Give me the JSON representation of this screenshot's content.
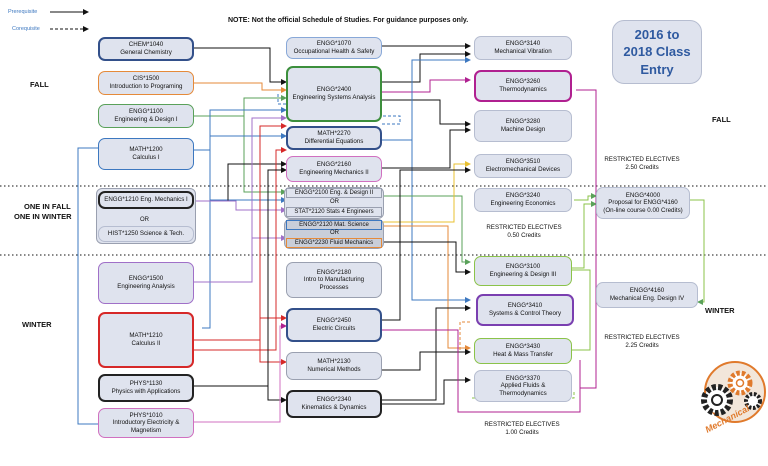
{
  "legend": {
    "prerequisite": "Prerequisite",
    "corequisite": "Corequisite"
  },
  "note": "NOTE: Not the official Schedule of Studies.  For guidance purposes only.",
  "entry": {
    "line1": "2016 to",
    "line2": "2018 Class",
    "line3": "Entry"
  },
  "terms": {
    "fall_left": "FALL",
    "fall_right": "FALL",
    "one_in_fall": "ONE IN FALL",
    "one_in_winter": "ONE IN WINTER",
    "winter_left": "WINTER",
    "winter_right": "WINTER"
  },
  "courses": {
    "chem1040": {
      "code": "CHEM*1040",
      "title": "General Chemistry"
    },
    "cis1500": {
      "code": "CIS*1500",
      "title": "Introduction to Programing"
    },
    "engg1100": {
      "code": "ENGG*1100",
      "title": "Engineering & Design I"
    },
    "math1200": {
      "code": "MATH*1200",
      "title": "Calculus I"
    },
    "engg1210": {
      "code": "ENGG*1210 Eng. Mechanics I"
    },
    "or1": "OR",
    "hist1250": {
      "code": "HIST*1250 Science & Tech."
    },
    "engg1500": {
      "code": "ENGG*1500",
      "title": "Engineering Analysis"
    },
    "math1210": {
      "code": "MATH*1210",
      "title": "Calculus II"
    },
    "phys1130": {
      "code": "PHYS*1130",
      "title": "Physics with Applications"
    },
    "phys1010": {
      "code": "PHYS*1010",
      "title": "Introductory Electricity &",
      "title2": "Magnetism"
    },
    "engg1070": {
      "code": "ENGG*1070",
      "title": "Occupational Health & Safety"
    },
    "engg2400": {
      "code": "ENGG*2400",
      "title": "Engineering Systems Analysis"
    },
    "math2270": {
      "code": "MATH*2270",
      "title": "Differential Equations"
    },
    "engg2160": {
      "code": "ENGG*2160",
      "title": "Engineering Mechanics II"
    },
    "engg2100": {
      "code": "ENGG*2100 Eng. & Design II"
    },
    "or2": "OR",
    "stat2120": {
      "code": "STAT*2120 Stats 4 Engineers"
    },
    "engg2120": {
      "code": "ENGG*2120 Mat. Science"
    },
    "or3": "OR",
    "engg2230": {
      "code": "ENGG*2230 Fluid Mechanics"
    },
    "engg2180": {
      "code": "ENGG*2180",
      "title": "Intro to Manufacturing",
      "title2": "Processes"
    },
    "engg2450": {
      "code": "ENGG*2450",
      "title": "Electric Circuits"
    },
    "math2130": {
      "code": "MATH*2130",
      "title": "Numerical Methods"
    },
    "engg2340": {
      "code": "ENGG*2340",
      "title": "Kinematics & Dynamics"
    },
    "engg3140": {
      "code": "ENGG*3140",
      "title": "Mechanical Vibration"
    },
    "engg3260": {
      "code": "ENGG*3260",
      "title": "Thermodynamics"
    },
    "engg3280": {
      "code": "ENGG*3280",
      "title": "Machine Design"
    },
    "engg3510": {
      "code": "ENGG*3510",
      "title": "Electromechanical Devices"
    },
    "engg3240": {
      "code": "ENGG*3240",
      "title": "Engineering Economics"
    },
    "restricted050": {
      "line1": "RESTRICTED ELECTIVES",
      "line2": "0.50 Credits"
    },
    "engg3100": {
      "code": "ENGG*3100",
      "title": "Engineering & Design III"
    },
    "engg3410": {
      "code": "ENGG*3410",
      "title": "Systems & Control Theory"
    },
    "engg3430": {
      "code": "ENGG*3430",
      "title": "Heat & Mass Transfer"
    },
    "engg3370": {
      "code": "ENGG*3370",
      "title": "Applied Fluids &",
      "title2": "Thermodynamics"
    },
    "restricted100": {
      "line1": "RESTRICTED ELECTIVES",
      "line2": "1.00 Credits"
    },
    "restricted250": {
      "line1": "RESTRICTED ELECTIVES",
      "line2": "2.50 Credits"
    },
    "engg4000": {
      "code": "ENGG*4000",
      "title": "Proposal for ENGG*4160",
      "title2": "(On-line course 0.00 Credits)"
    },
    "engg4160": {
      "code": "ENGG*4160",
      "title": "Mechanical Eng. Design IV"
    },
    "restricted225": {
      "line1": "RESTRICTED ELECTIVES",
      "line2": "2.25 Credits"
    }
  },
  "logo": {
    "text": "Mechanical"
  },
  "colors": {
    "prereq": "#111111",
    "coreq": "#3d78c0",
    "red": "#d62828",
    "orange": "#e58a3a",
    "green": "#5aa15a",
    "blue": "#3d78c0",
    "purple": "#a070c8",
    "magenta": "#b02090",
    "yellow": "#e8c030",
    "lgreen": "#8bc34a"
  }
}
